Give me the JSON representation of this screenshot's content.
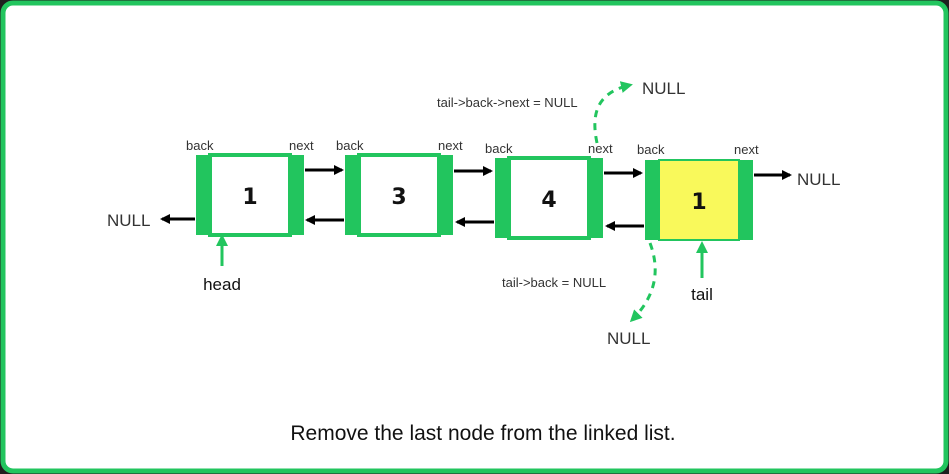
{
  "colors": {
    "frame_border": "#22c55e",
    "background": "#ffffff",
    "node_side": "#22c55e",
    "node_center": "#ffffff",
    "tail_center": "#f9f95b",
    "arrow": "#000000",
    "pointer_arrow": "#22c55e"
  },
  "nodes": [
    {
      "value": "1",
      "back_label": "back",
      "next_label": "next"
    },
    {
      "value": "3",
      "back_label": "back",
      "next_label": "next"
    },
    {
      "value": "4",
      "back_label": "back",
      "next_label": "next"
    },
    {
      "value": "1",
      "back_label": "back",
      "next_label": "next"
    }
  ],
  "null_left": "NULL",
  "null_right": "NULL",
  "null_top": "NULL",
  "null_bottom": "NULL",
  "head_label": "head",
  "tail_label": "tail",
  "annotation_top": "tail->back->next = NULL",
  "annotation_bottom": "tail->back = NULL",
  "caption": "Remove the last node from the linked list."
}
